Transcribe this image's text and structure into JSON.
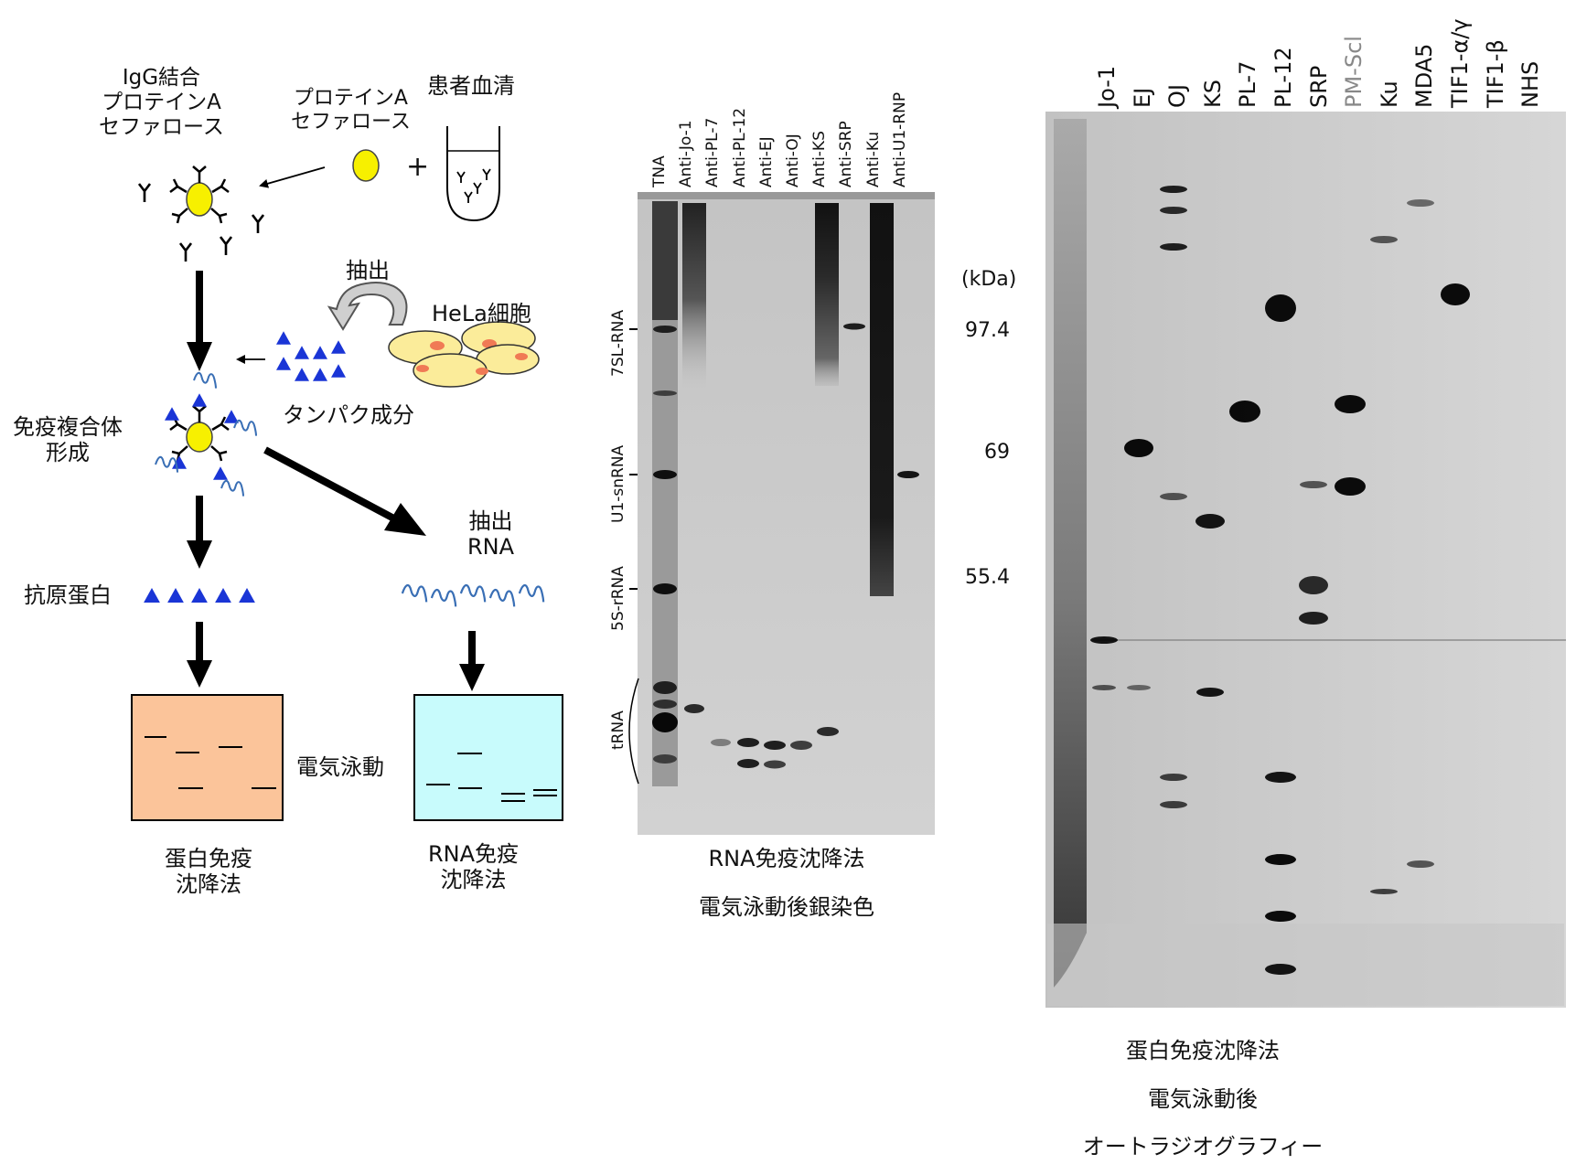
{
  "scheme": {
    "igg_label": "IgG結合\nプロテインA\nセファロース",
    "protein_a_label": "プロテインA\nセファロース",
    "serum_label": "患者血清",
    "plus": "+",
    "extract_label": "抽出",
    "hela_label": "HeLa細胞",
    "protein_components": "タンパク成分",
    "complex_label": "免疫複合体\n形成",
    "antigen_label": "抗原蛋白",
    "extract_rna_label": "抽出\nRNA",
    "electrophoresis_label": "電気泳動",
    "protein_ip_label": "蛋白免疫\n沈降法",
    "rna_ip_label": "RNA免疫\n沈降法"
  },
  "rna_gel": {
    "lanes": [
      "TNA",
      "Anti-Jo-1",
      "Anti-PL-7",
      "Anti-PL-12",
      "Anti-EJ",
      "Anti-OJ",
      "Anti-KS",
      "Anti-SRP",
      "Anti-Ku",
      "Anti-U1-RNP"
    ],
    "markers": [
      "7SL-RNA",
      "U1-snRNA",
      "5S-rRNA",
      "tRNA"
    ],
    "caption_line1": "RNA免疫沈降法",
    "caption_line2": "電気泳動後銀染色"
  },
  "protein_gel": {
    "lanes": [
      "Jo-1",
      "EJ",
      "OJ",
      "KS",
      "PL-7",
      "PL-12",
      "SRP",
      "PM-Scl",
      "Ku",
      "MDA5",
      "TIF1-α/γ",
      "TIF1-β",
      "NHS"
    ],
    "kda_unit": "(kDa)",
    "kda_markers": [
      "97.4",
      "69",
      "55.4"
    ],
    "caption_line1": "蛋白免疫沈降法",
    "caption_line2": "電気泳動後",
    "caption_line3": "オートラジオグラフィー"
  },
  "colors": {
    "bead": "#f7f000",
    "antigen": "#1a35d6",
    "rna_squiggle": "#3a6fb5",
    "protein_gel_box": "#fbc49a",
    "rna_gel_box": "#c8fbfc",
    "hela_cell": "#fbec9a",
    "hela_nucleus": "#f07a55",
    "pm_scl_label": "#888888"
  }
}
